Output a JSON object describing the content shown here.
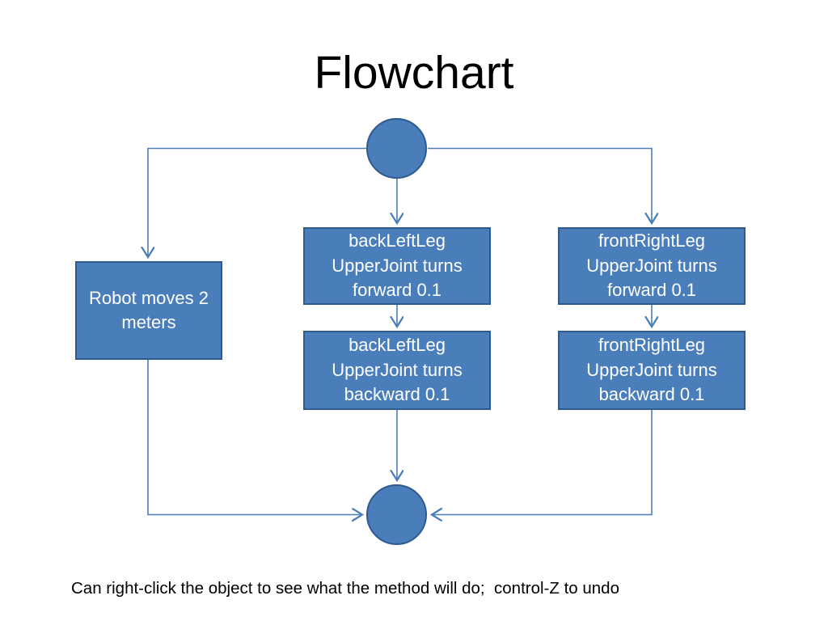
{
  "slide": {
    "title": "Flowchart",
    "caption": "Can right-click the object to see what the method will do;  control-Z to undo",
    "background_color": "#FFFFFF"
  },
  "theme": {
    "node_fill": "#4A7EBB",
    "node_border": "#2E5A8E",
    "node_text": "#FFFFFF",
    "connector_color": "#4A7EBB",
    "title_text": "#000000",
    "caption_text": "#000000"
  },
  "chart_data": {
    "type": "diagram",
    "title": "Flowchart",
    "nodes": [
      {
        "id": "start",
        "shape": "circle",
        "label": ""
      },
      {
        "id": "robot",
        "shape": "rect",
        "label": "Robot moves 2 meters"
      },
      {
        "id": "bll_fwd",
        "shape": "rect",
        "label": "backLeftLeg UpperJoint turns forward 0.1"
      },
      {
        "id": "bll_bwd",
        "shape": "rect",
        "label": "backLeftLeg UpperJoint turns backward 0.1"
      },
      {
        "id": "frl_fwd",
        "shape": "rect",
        "label": "frontRightLeg UpperJoint turns forward 0.1"
      },
      {
        "id": "frl_bwd",
        "shape": "rect",
        "label": "frontRightLeg UpperJoint turns backward 0.1"
      },
      {
        "id": "end",
        "shape": "circle",
        "label": ""
      }
    ],
    "edges": [
      {
        "from": "start",
        "to": "robot",
        "routing": "left-elbow"
      },
      {
        "from": "start",
        "to": "bll_fwd",
        "routing": "straight-down"
      },
      {
        "from": "start",
        "to": "frl_fwd",
        "routing": "right-elbow"
      },
      {
        "from": "bll_fwd",
        "to": "bll_bwd",
        "routing": "straight-down"
      },
      {
        "from": "frl_fwd",
        "to": "frl_bwd",
        "routing": "straight-down"
      },
      {
        "from": "robot",
        "to": "end",
        "routing": "left-elbow"
      },
      {
        "from": "bll_bwd",
        "to": "end",
        "routing": "straight-down"
      },
      {
        "from": "frl_bwd",
        "to": "end",
        "routing": "right-elbow"
      }
    ]
  },
  "nodes": {
    "start": {
      "label": ""
    },
    "robot": {
      "line1": "Robot moves 2",
      "line2": "meters"
    },
    "bll_fwd": {
      "line1": "backLeftLeg",
      "line2": "UpperJoint turns",
      "line3": "forward 0.1"
    },
    "bll_bwd": {
      "line1": "backLeftLeg",
      "line2": "UpperJoint turns",
      "line3": "backward 0.1"
    },
    "frl_fwd": {
      "line1": "frontRightLeg",
      "line2": "UpperJoint turns",
      "line3": "forward 0.1"
    },
    "frl_bwd": {
      "line1": "frontRightLeg",
      "line2": "UpperJoint turns",
      "line3": "backward 0.1"
    },
    "end": {
      "label": ""
    }
  }
}
